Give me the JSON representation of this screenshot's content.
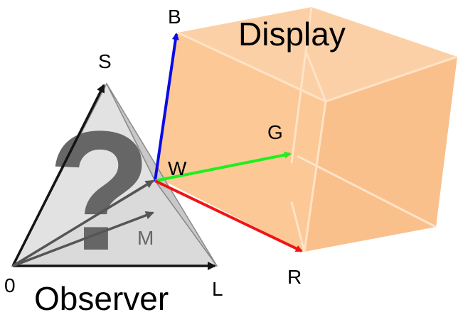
{
  "display": {
    "title": "Display",
    "colors": {
      "face_front": "#FBC896",
      "face_top": "#FCD0A6",
      "face_side": "#F9C08C",
      "edge": "#FFE3C8"
    }
  },
  "observer": {
    "title": "Observer",
    "question_glyph": "?",
    "colors": {
      "pyramid_left": "#E2E2E2",
      "pyramid_right": "#C8C8C8",
      "edge": "#8A8A8A",
      "question": "#666666"
    }
  },
  "labels": {
    "origin": "0",
    "s_axis": "S",
    "l_axis": "L",
    "m_axis": "M",
    "b_axis": "B",
    "g_axis": "G",
    "r_axis": "R",
    "white_point": "W"
  },
  "arrow_colors": {
    "blue": "#0A0AE6",
    "green": "#1EF01E",
    "red": "#F01414",
    "black": "#141414",
    "gray": "#555555"
  }
}
